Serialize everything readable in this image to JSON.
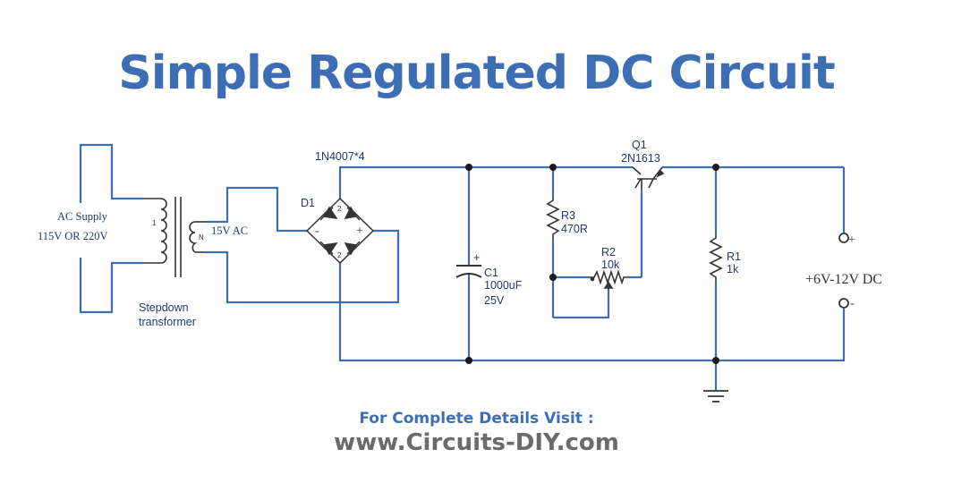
{
  "title": "Simple Regulated DC Circuit",
  "footer": {
    "line1": "For Complete Details Visit :",
    "line2": "www.Circuits-DIY.com"
  },
  "colors": {
    "wire": "#3d6eb5",
    "component": "#333333",
    "title": "#3d6eb5"
  },
  "labels": {
    "ac_supply_1": "AC Supply",
    "ac_supply_2": "115V OR 220V",
    "transformer_1": "Stepdown",
    "transformer_2": "transformer",
    "secondary_voltage": "15V AC",
    "coil_1": "1",
    "coil_n": "N",
    "bridge_part": "1N4007*4",
    "bridge_ref": "D1",
    "c1_ref": "C1",
    "c1_value": "1000uF",
    "c1_voltage": "25V",
    "c1_plus": "+",
    "r3_ref": "R3",
    "r3_value": "470R",
    "r2_ref": "R2",
    "r2_value": "10k",
    "q1_ref": "Q1",
    "q1_part": "2N1613",
    "r1_ref": "R1",
    "r1_value": "1k",
    "output": "+6V-12V DC",
    "out_plus": "+",
    "out_minus": "-",
    "bridge_minus": "-",
    "bridge_plus": "+",
    "bridge_pin_top": "2",
    "bridge_pin_bottom": "2",
    "bridge_pin_left": "1",
    "bridge_pin_right": "1"
  }
}
